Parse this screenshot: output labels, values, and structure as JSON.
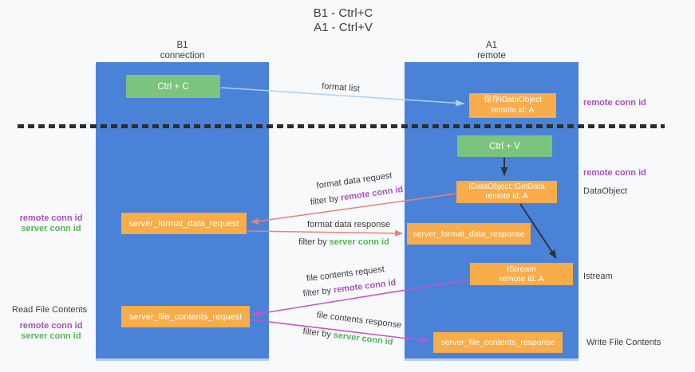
{
  "title": {
    "line1": "B1 - Ctrl+C",
    "line2": "A1 - Ctrl+V"
  },
  "lanes": {
    "left": {
      "header_line1": "B1",
      "header_line2": "connection"
    },
    "right": {
      "header_line1": "A1",
      "header_line2": "remote"
    }
  },
  "nodes": {
    "ctrl_c": {
      "label": "Ctrl + C"
    },
    "save_dataobject": {
      "line1": "保存IDataObject",
      "line2": "remote id: A"
    },
    "ctrl_v": {
      "label": "Ctrl + V"
    },
    "getdata": {
      "line1": "IDataObject::GetData",
      "line2": "remote id: A"
    },
    "istream": {
      "line1": "IStream",
      "line2": "remote id: A"
    },
    "format_request": {
      "label": "server_format_data_request"
    },
    "format_response": {
      "label": "server_format_data_response"
    },
    "file_request": {
      "label": "server_file_contents_request"
    },
    "file_response": {
      "label": "server_file_contents_response"
    }
  },
  "flow_labels": {
    "format_list": "format list",
    "format_data_request": "format data request",
    "format_data_response": "format data response",
    "file_contents_request": "file contents request",
    "file_contents_response": "file contents response",
    "filter_by": "filter by"
  },
  "shared": {
    "remote_conn_id": "remote conn id",
    "server_conn_id": "server conn id"
  },
  "side_labels": {
    "dataobject": "DataObject",
    "istream": "Istream",
    "read_file_contents": "Read File Contents",
    "write_file_contents": "Write File Contents"
  },
  "colors": {
    "lane_blue": "#4a82d8",
    "node_orange": "#f8ac4a",
    "node_green": "#7bc47d",
    "remote_conn_purple": "#ab4ec6",
    "server_conn_green": "#56b456",
    "arrow_salmon": "#e8827a",
    "arrow_magenta": "#c853c8",
    "arrow_lightblue": "#a9d3f2",
    "arrow_black": "#333333"
  }
}
